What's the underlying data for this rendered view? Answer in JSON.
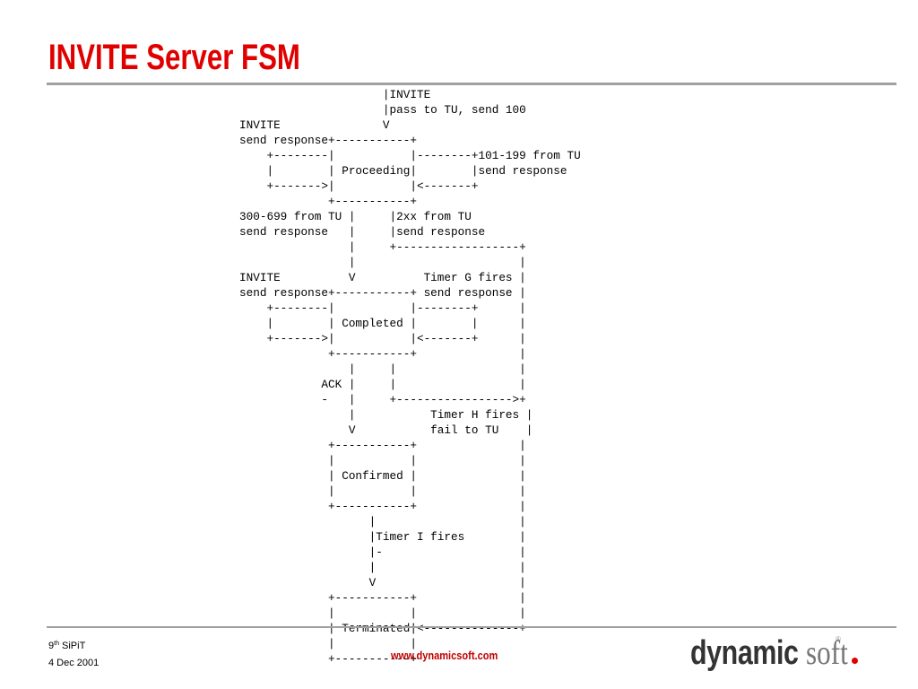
{
  "slide": {
    "title": "INVITE Server FSM",
    "title_color": "#e00000",
    "rule_color": "#a0a0a0"
  },
  "diagram": {
    "ascii": "                     |INVITE\n                     |pass to TU, send 100\nINVITE               V\nsend response+-----------+\n    +--------|           |--------+101-199 from TU\n    |        | Proceeding|        |send response\n    +------->|           |<-------+\n             +-----------+\n300-699 from TU |     |2xx from TU\nsend response   |     |send response\n                |     +------------------+\n                |                        |\nINVITE          V          Timer G fires |\nsend response+-----------+ send response |\n    +--------|           |--------+      |\n    |        | Completed |        |      |\n    +------->|           |<-------+      |\n             +-----------+               |\n                |     |                  |\n            ACK |     |                  |\n            -   |     +----------------->+\n                |           Timer H fires |\n                V           fail to TU    |\n             +-----------+               |\n             |           |               |\n             | Confirmed |               |\n             |           |               |\n             +-----------+               |\n                   |                     |\n                   |Timer I fires        |\n                   |-                    |\n                   |                     |\n                   V                     |\n             +-----------+               |\n             |           |               |\n             | Terminated|<--------------+\n             |           |\n             +-----------+"
  },
  "footer": {
    "event_prefix": "9",
    "event_sup": "th",
    "event_name": " SiPiT",
    "date": "4 Dec 2001",
    "url": "www.dynamicsoft.com",
    "url_color": "#c00000"
  },
  "logo": {
    "bold_part": "dynamic",
    "light_part": "soft",
    "superscript": "®",
    "dot_color": "#e00000",
    "icon": "dynamicsoft-logo"
  }
}
